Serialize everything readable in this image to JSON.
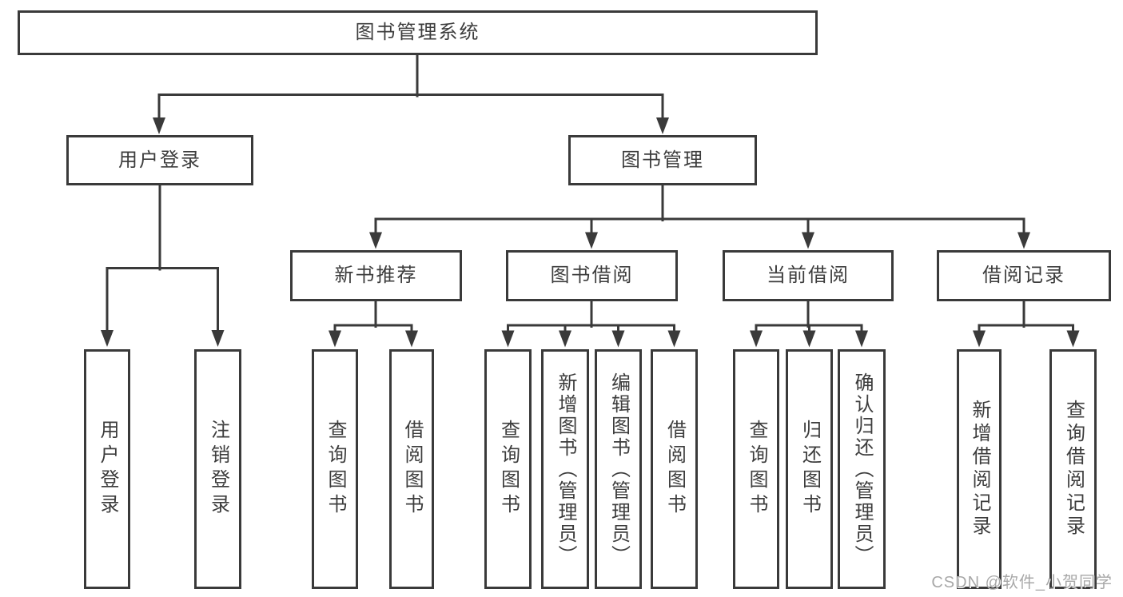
{
  "colors": {
    "background": "#ffffff",
    "line": "#3a3a3a",
    "box_border": "#3a3a3a",
    "box_fill": "#ffffff",
    "text": "#3d3d3d",
    "watermark": "#a8a8a8"
  },
  "tree": {
    "root": {
      "label": "图书管理系统"
    },
    "branches": [
      {
        "label": "用户登录",
        "children": [
          {
            "label": "用户登录"
          },
          {
            "label": "注销登录"
          }
        ]
      },
      {
        "label": "图书管理",
        "sections": [
          {
            "label": "新书推荐",
            "children": [
              {
                "label": "查询图书"
              },
              {
                "label": "借阅图书"
              }
            ]
          },
          {
            "label": "图书借阅",
            "children": [
              {
                "label": "查询图书"
              },
              {
                "label": "新增图书（管理员）"
              },
              {
                "label": "编辑图书（管理员）"
              },
              {
                "label": "借阅图书"
              }
            ]
          },
          {
            "label": "当前借阅",
            "children": [
              {
                "label": "查询图书"
              },
              {
                "label": "归还图书"
              },
              {
                "label": "确认归还（管理员）"
              }
            ]
          },
          {
            "label": "借阅记录",
            "children": [
              {
                "label": "新增借阅记录"
              },
              {
                "label": "查询借阅记录"
              }
            ]
          }
        ]
      }
    ]
  },
  "watermark": {
    "text": "CSDN @软件_小贺同学"
  }
}
